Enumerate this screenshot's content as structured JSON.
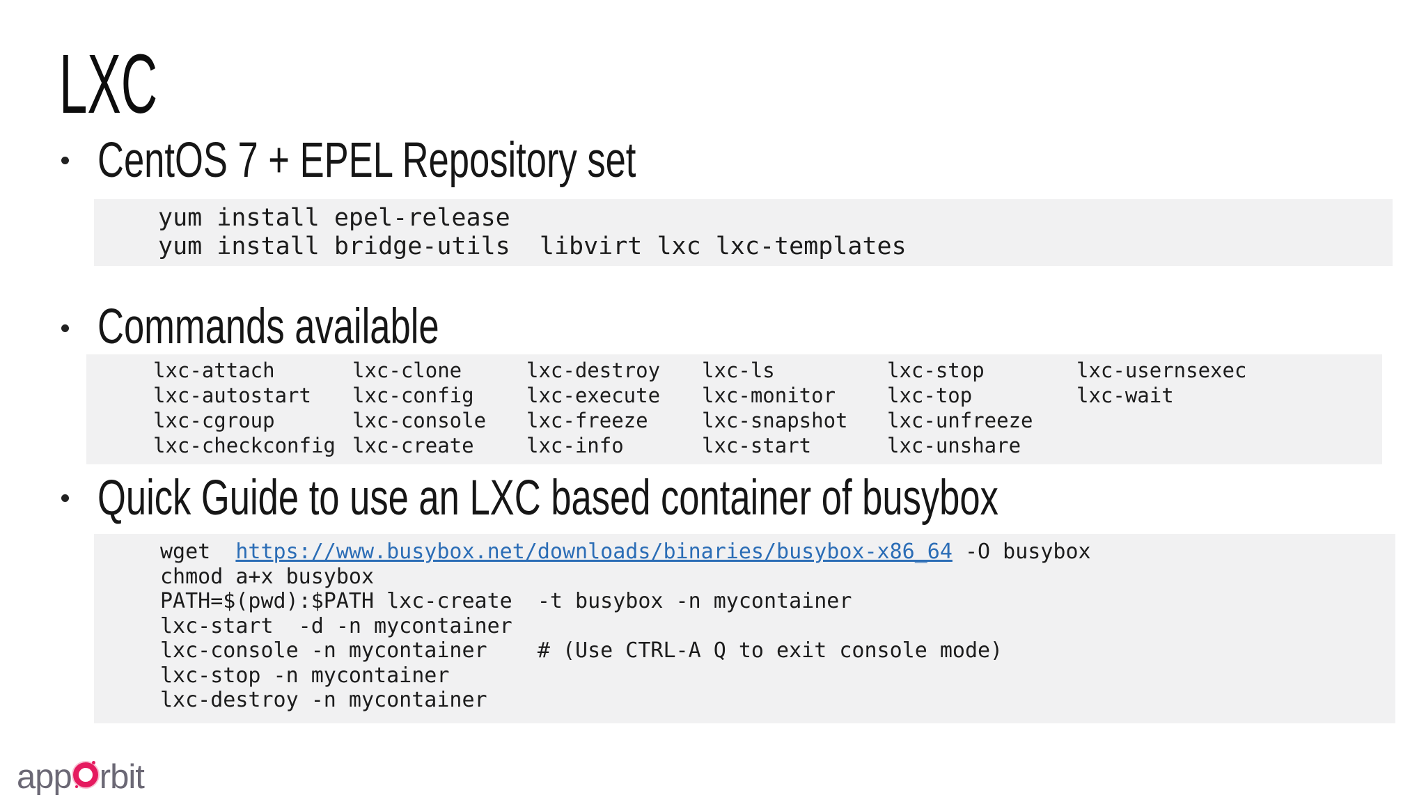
{
  "slide": {
    "title": "LXC"
  },
  "sections": {
    "repo": {
      "heading": "CentOS 7 + EPEL Repository set",
      "code_lines": [
        "yum install epel-release",
        "yum install bridge-utils  libvirt lxc lxc-templates"
      ]
    },
    "commands": {
      "heading": "Commands available",
      "rows": [
        [
          "lxc-attach",
          "lxc-clone",
          "lxc-destroy",
          "lxc-ls",
          "lxc-stop",
          "lxc-usernsexec"
        ],
        [
          "lxc-autostart",
          "lxc-config",
          "lxc-execute",
          "lxc-monitor",
          "lxc-top",
          "lxc-wait"
        ],
        [
          "lxc-cgroup",
          "lxc-console",
          "lxc-freeze",
          "lxc-snapshot",
          "lxc-unfreeze",
          ""
        ],
        [
          "lxc-checkconfig",
          "lxc-create",
          "lxc-info",
          "lxc-start",
          "lxc-unshare",
          ""
        ]
      ]
    },
    "guide": {
      "heading": "Quick Guide to use an LXC based container of busybox",
      "wget_prefix": "wget  ",
      "link_text": "https://www.busybox.net/downloads/binaries/busybox-x86_64",
      "wget_suffix": " -O busybox",
      "code_lines": [
        "chmod a+x busybox",
        "PATH=$(pwd):$PATH lxc-create  -t busybox -n mycontainer",
        "lxc-start  -d -n mycontainer",
        "lxc-console -n mycontainer    # (Use CTRL-A Q to exit console mode)",
        "lxc-stop -n mycontainer",
        "lxc-destroy -n mycontainer"
      ]
    }
  },
  "footer": {
    "logo_prefix": "app",
    "logo_suffix": "rbit"
  },
  "colors": {
    "background": "#ffffff",
    "code_block_bg": "#f1f1f2",
    "text": "#1b1b1b",
    "link_blue": "#2b6db6",
    "logo_text_gray": "#6b6875",
    "logo_ring_pink": "#e51a5f"
  }
}
